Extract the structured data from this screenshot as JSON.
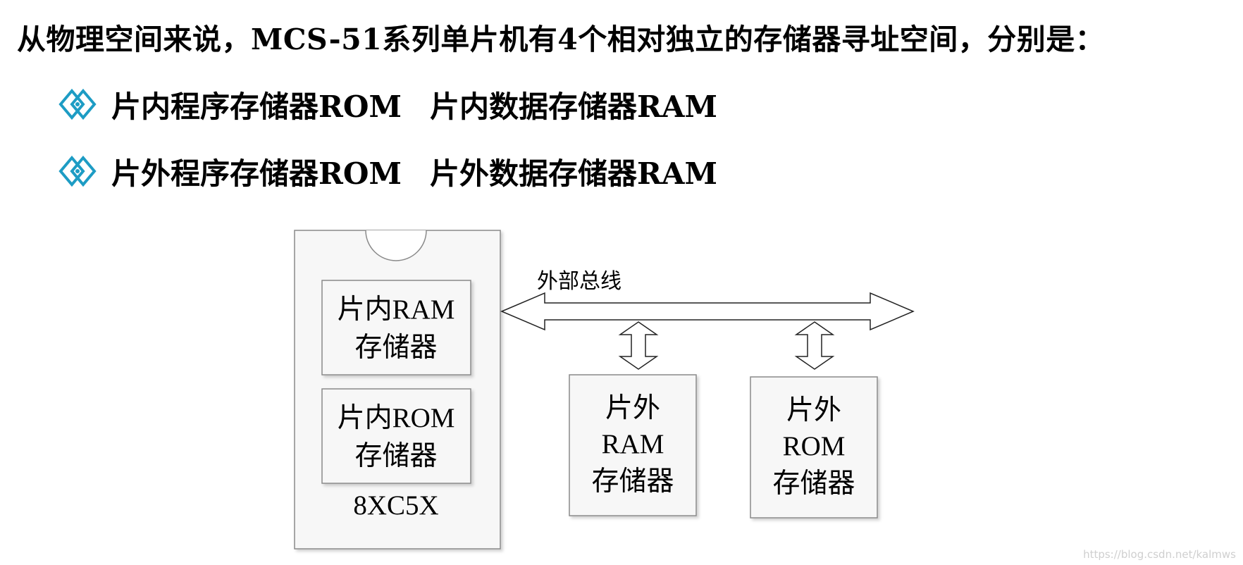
{
  "intro": "从物理空间来说，MCS-51系列单片机有4个相对独立的存储器寻址空间，分别是：",
  "bullets": [
    {
      "left": "片内程序存储器ROM",
      "right": "片内数据存储器RAM"
    },
    {
      "left": "片外程序存储器ROM",
      "right": "片外数据存储器RAM"
    }
  ],
  "diagram": {
    "chip": {
      "label": "8XC5X",
      "ram": {
        "line1": "片内RAM",
        "line2": "存储器"
      },
      "rom": {
        "line1": "片内ROM",
        "line2": "存储器"
      }
    },
    "bus_label": "外部总线",
    "ext_ram": {
      "line1": "片外",
      "line2": "RAM",
      "line3": "存储器"
    },
    "ext_rom": {
      "line1": "片外",
      "line2": "ROM",
      "line3": "存储器"
    }
  },
  "watermark": "https://blog.csdn.net/kalmws",
  "colors": {
    "bullet": "#1d9cc4",
    "box_fill": "#f7f7f7",
    "box_stroke": "#8a8a8a"
  },
  "icons": {
    "bullet": "diamond-bullet-icon"
  }
}
